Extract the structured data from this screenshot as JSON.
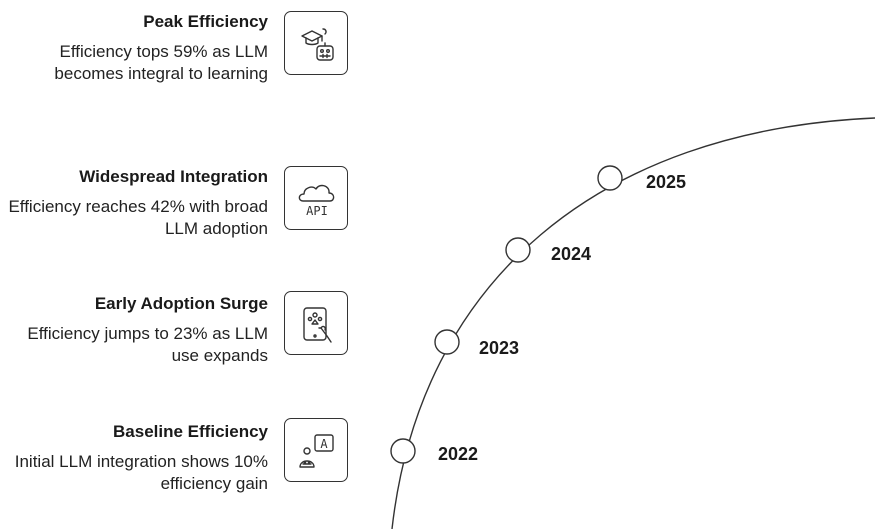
{
  "milestones": [
    {
      "title": "Peak Efficiency",
      "desc": "Efficiency tops 59% as LLM becomes integral to learning",
      "icon": "graduation-robot-icon",
      "year": "2025"
    },
    {
      "title": "Widespread Integration",
      "desc": "Efficiency reaches 42% with broad LLM adoption",
      "icon": "cloud-api-icon",
      "year": "2024"
    },
    {
      "title": "Early Adoption Surge",
      "desc": "Efficiency jumps to 23% as LLM use expands",
      "icon": "tablet-touch-icon",
      "year": "2023"
    },
    {
      "title": "Baseline Efficiency",
      "desc": "Initial LLM integration shows 10% efficiency gain",
      "icon": "ai-assistant-icon",
      "year": "2022"
    }
  ],
  "colors": {
    "stroke": "#333333",
    "text": "#1a1a1a"
  }
}
